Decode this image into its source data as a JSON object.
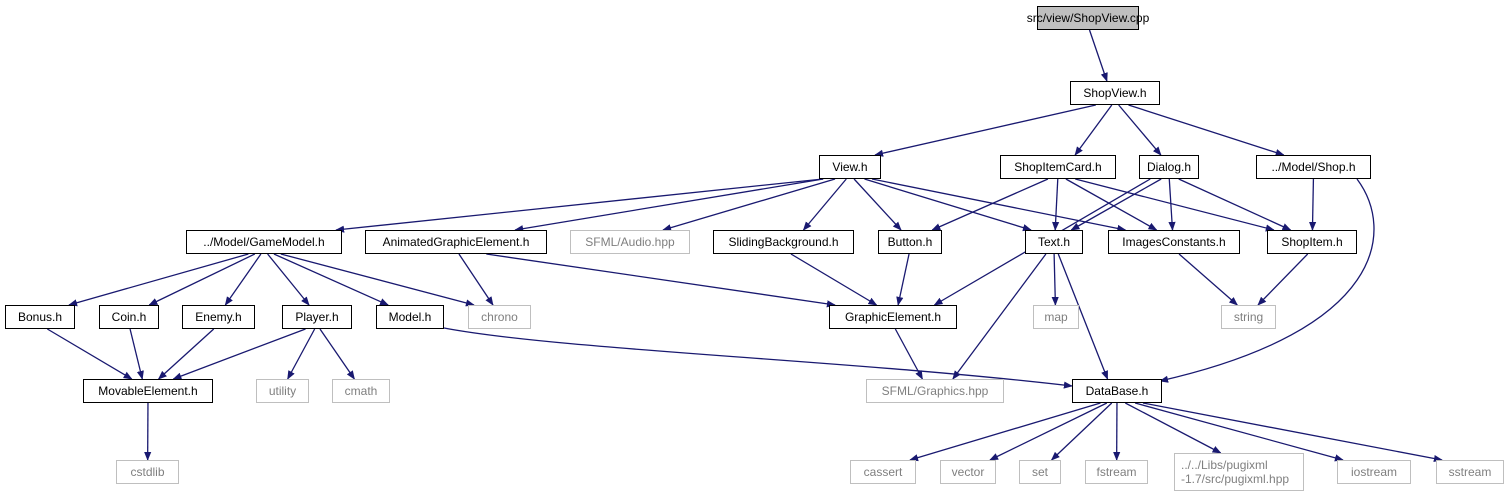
{
  "colors": {
    "edge": "#191970",
    "node_border": "#000000",
    "system_border": "#bfbfbf",
    "system_text": "#7f7f7f",
    "root_fill": "#bfbfbf"
  },
  "nodes": [
    {
      "id": "shopview_cpp",
      "label": "src/view/ShopView.cpp",
      "kind": "root"
    },
    {
      "id": "shopview_h",
      "label": "ShopView.h",
      "kind": "local"
    },
    {
      "id": "view_h",
      "label": "View.h",
      "kind": "local"
    },
    {
      "id": "shopitemcard_h",
      "label": "ShopItemCard.h",
      "kind": "local"
    },
    {
      "id": "dialog_h",
      "label": "Dialog.h",
      "kind": "local"
    },
    {
      "id": "model_shop_h",
      "label": "../Model/Shop.h",
      "kind": "local"
    },
    {
      "id": "gamemodel_h",
      "label": "../Model/GameModel.h",
      "kind": "local"
    },
    {
      "id": "animated_h",
      "label": "AnimatedGraphicElement.h",
      "kind": "local"
    },
    {
      "id": "sfml_audio",
      "label": "SFML/Audio.hpp",
      "kind": "system"
    },
    {
      "id": "sliding_h",
      "label": "SlidingBackground.h",
      "kind": "local"
    },
    {
      "id": "button_h",
      "label": "Button.h",
      "kind": "local"
    },
    {
      "id": "text_h",
      "label": "Text.h",
      "kind": "local"
    },
    {
      "id": "imagesconst_h",
      "label": "ImagesConstants.h",
      "kind": "local"
    },
    {
      "id": "shopitem_h",
      "label": "ShopItem.h",
      "kind": "local"
    },
    {
      "id": "bonus_h",
      "label": "Bonus.h",
      "kind": "local"
    },
    {
      "id": "coin_h",
      "label": "Coin.h",
      "kind": "local"
    },
    {
      "id": "enemy_h",
      "label": "Enemy.h",
      "kind": "local"
    },
    {
      "id": "player_h",
      "label": "Player.h",
      "kind": "local"
    },
    {
      "id": "model_h",
      "label": "Model.h",
      "kind": "local"
    },
    {
      "id": "chrono",
      "label": "chrono",
      "kind": "system"
    },
    {
      "id": "graphicelement_h",
      "label": "GraphicElement.h",
      "kind": "local"
    },
    {
      "id": "map",
      "label": "map",
      "kind": "system"
    },
    {
      "id": "string",
      "label": "string",
      "kind": "system"
    },
    {
      "id": "movable_h",
      "label": "MovableElement.h",
      "kind": "local"
    },
    {
      "id": "utility",
      "label": "utility",
      "kind": "system"
    },
    {
      "id": "cmath",
      "label": "cmath",
      "kind": "system"
    },
    {
      "id": "sfml_graphics",
      "label": "SFML/Graphics.hpp",
      "kind": "system"
    },
    {
      "id": "database_h",
      "label": "DataBase.h",
      "kind": "local"
    },
    {
      "id": "cstdlib",
      "label": "cstdlib",
      "kind": "system"
    },
    {
      "id": "cassert",
      "label": "cassert",
      "kind": "system"
    },
    {
      "id": "vector",
      "label": "vector",
      "kind": "system"
    },
    {
      "id": "set",
      "label": "set",
      "kind": "system"
    },
    {
      "id": "fstream",
      "label": "fstream",
      "kind": "system"
    },
    {
      "id": "pugixml",
      "label": "../../Libs/pugixml\n-1.7/src/pugixml.hpp",
      "kind": "system"
    },
    {
      "id": "iostream",
      "label": "iostream",
      "kind": "system"
    },
    {
      "id": "sstream",
      "label": "sstream",
      "kind": "system"
    }
  ],
  "edges": [
    [
      "shopview_cpp",
      "shopview_h"
    ],
    [
      "shopview_h",
      "view_h"
    ],
    [
      "shopview_h",
      "shopitemcard_h"
    ],
    [
      "shopview_h",
      "dialog_h"
    ],
    [
      "shopview_h",
      "model_shop_h"
    ],
    [
      "view_h",
      "gamemodel_h"
    ],
    [
      "view_h",
      "animated_h"
    ],
    [
      "view_h",
      "sfml_audio"
    ],
    [
      "view_h",
      "sliding_h"
    ],
    [
      "view_h",
      "button_h"
    ],
    [
      "view_h",
      "text_h"
    ],
    [
      "view_h",
      "imagesconst_h"
    ],
    [
      "shopitemcard_h",
      "button_h"
    ],
    [
      "shopitemcard_h",
      "text_h"
    ],
    [
      "shopitemcard_h",
      "imagesconst_h"
    ],
    [
      "shopitemcard_h",
      "shopitem_h"
    ],
    [
      "dialog_h",
      "text_h"
    ],
    [
      "dialog_h",
      "imagesconst_h"
    ],
    [
      "dialog_h",
      "shopitem_h"
    ],
    [
      "dialog_h",
      "graphicelement_h"
    ],
    [
      "model_shop_h",
      "shopitem_h"
    ],
    [
      "model_shop_h",
      "database_h"
    ],
    [
      "gamemodel_h",
      "bonus_h"
    ],
    [
      "gamemodel_h",
      "coin_h"
    ],
    [
      "gamemodel_h",
      "enemy_h"
    ],
    [
      "gamemodel_h",
      "player_h"
    ],
    [
      "gamemodel_h",
      "model_h"
    ],
    [
      "gamemodel_h",
      "chrono"
    ],
    [
      "animated_h",
      "chrono"
    ],
    [
      "animated_h",
      "graphicelement_h"
    ],
    [
      "sliding_h",
      "graphicelement_h"
    ],
    [
      "button_h",
      "graphicelement_h"
    ],
    [
      "text_h",
      "map"
    ],
    [
      "text_h",
      "sfml_graphics"
    ],
    [
      "text_h",
      "database_h"
    ],
    [
      "imagesconst_h",
      "string"
    ],
    [
      "shopitem_h",
      "string"
    ],
    [
      "bonus_h",
      "movable_h"
    ],
    [
      "coin_h",
      "movable_h"
    ],
    [
      "enemy_h",
      "movable_h"
    ],
    [
      "player_h",
      "movable_h"
    ],
    [
      "player_h",
      "utility"
    ],
    [
      "player_h",
      "cmath"
    ],
    [
      "model_h",
      "database_h"
    ],
    [
      "graphicelement_h",
      "sfml_graphics"
    ],
    [
      "movable_h",
      "cstdlib"
    ],
    [
      "database_h",
      "cassert"
    ],
    [
      "database_h",
      "vector"
    ],
    [
      "database_h",
      "set"
    ],
    [
      "database_h",
      "fstream"
    ],
    [
      "database_h",
      "pugixml"
    ],
    [
      "database_h",
      "iostream"
    ],
    [
      "database_h",
      "sstream"
    ]
  ]
}
